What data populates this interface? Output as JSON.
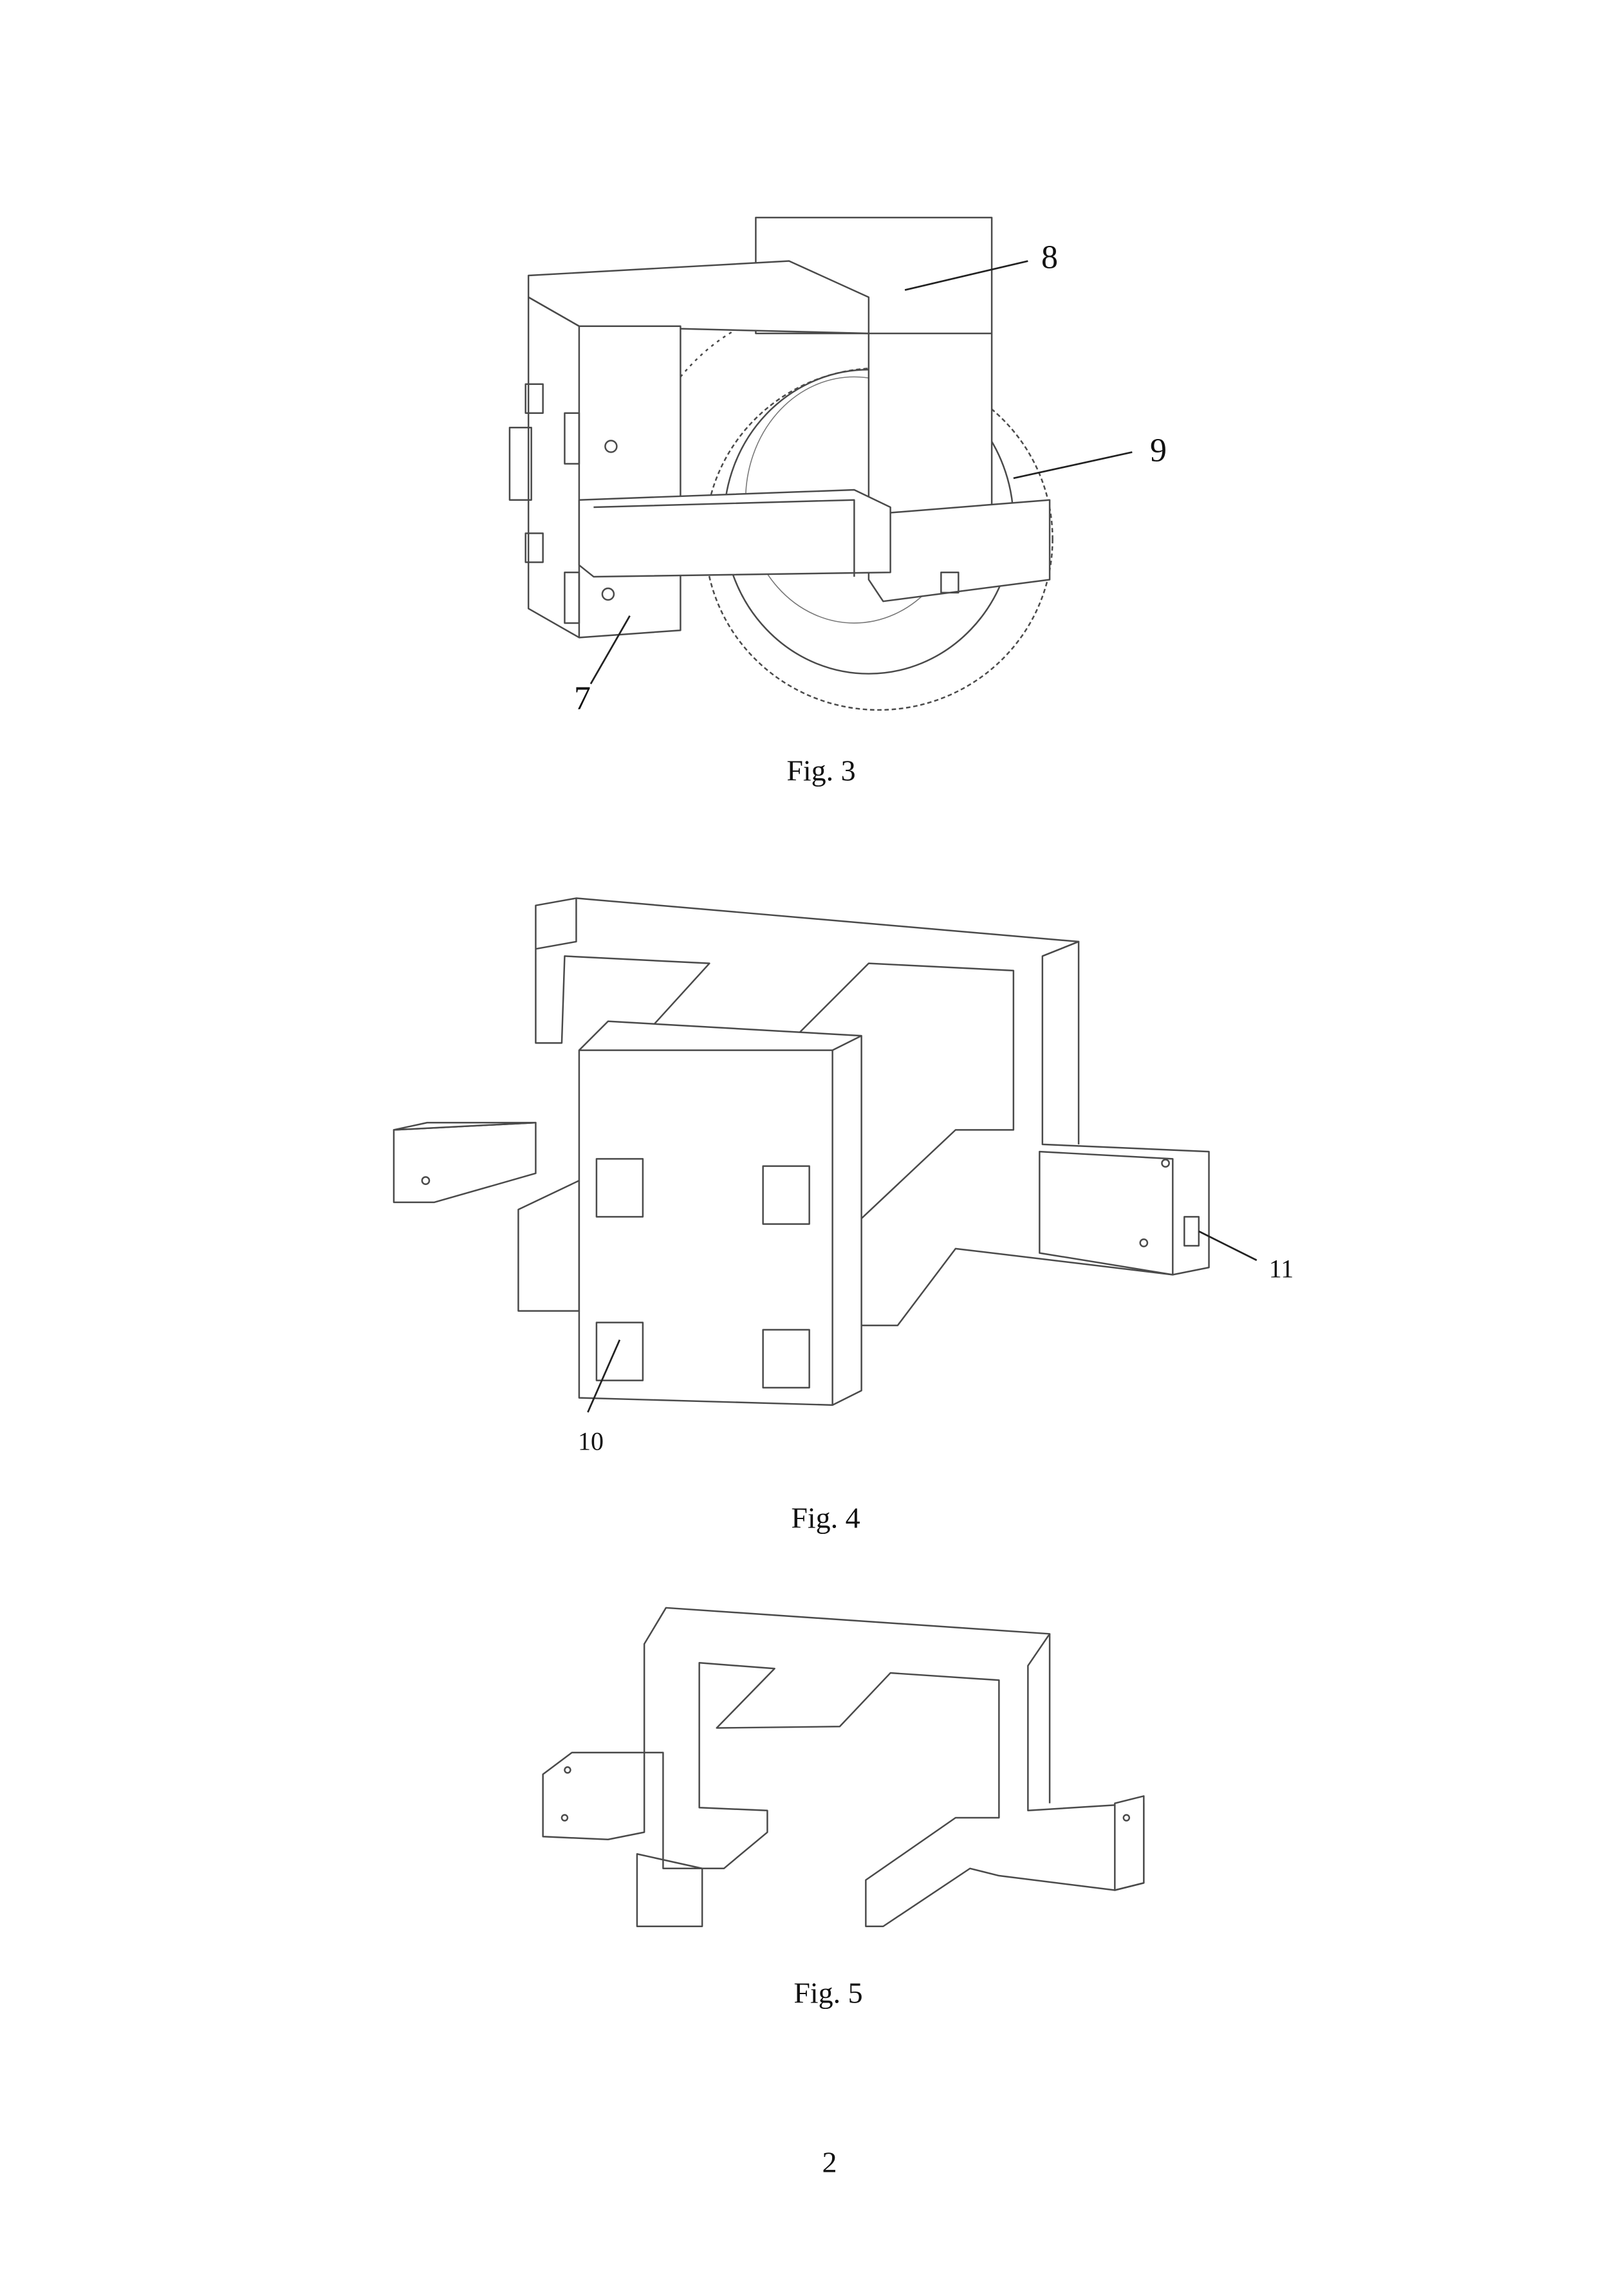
{
  "figures": [
    {
      "caption": "Fig. 3",
      "labels": [
        "8",
        "9",
        "7"
      ]
    },
    {
      "caption": "Fig. 4",
      "labels": [
        "11",
        "10"
      ]
    },
    {
      "caption": "Fig. 5",
      "labels": []
    }
  ],
  "page_number": "2"
}
